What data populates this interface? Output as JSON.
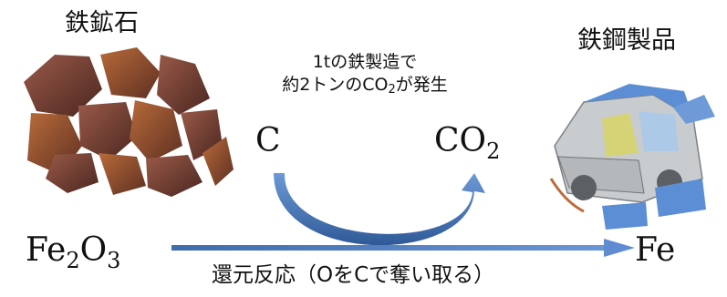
{
  "ore": {
    "title": "鉄鉱石"
  },
  "steel": {
    "title": "鉄鋼製品"
  },
  "note": {
    "line1": "1tの鉄製造で",
    "line2_prefix": "約2トンの",
    "line2_co": "CO",
    "line2_sub": "2",
    "line2_suffix": "が発生"
  },
  "carbon": {
    "left": "C",
    "right_main": "CO",
    "right_sub": "2"
  },
  "reaction": {
    "reactant_fe": "Fe",
    "reactant_sub1": "2",
    "reactant_o": "O",
    "reactant_sub2": "3",
    "product": "Fe",
    "caption": "還元反応（OをCで奪い取る）"
  },
  "colors": {
    "arrow_blue": "#4a78b8",
    "rust": "#7b3a2c",
    "car_blue": "#5b8ed4",
    "car_grey": "#b5b8bb"
  }
}
